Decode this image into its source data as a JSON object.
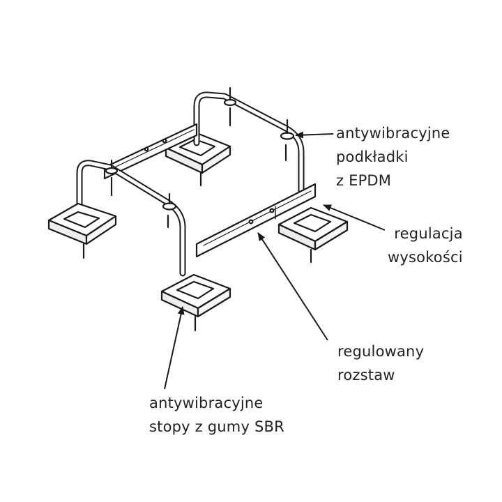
{
  "labels": {
    "pads": {
      "lines": [
        "antywibracyjne",
        "podkładki",
        "z EPDM"
      ]
    },
    "height": {
      "lines": [
        "regulacja",
        "wysokości"
      ]
    },
    "spacing": {
      "lines": [
        "regulowany",
        "rozstaw"
      ]
    },
    "feet": {
      "lines": [
        "antywibracyjne",
        "stopy z gumy SBR"
      ]
    }
  },
  "colors": {
    "line": "#1a1a1a",
    "text": "#222222",
    "fill": "#ffffff",
    "shade": "#e9e9e9"
  }
}
